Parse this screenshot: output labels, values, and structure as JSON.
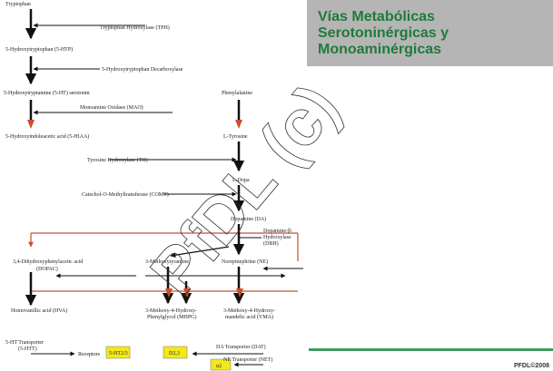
{
  "title": {
    "lines": [
      "Vías Metabólicas",
      "Serotoninérgicas y",
      "Monoaminérgicas"
    ]
  },
  "footer": {
    "mark": "PFDL©2008"
  },
  "watermark": {
    "text": "PfDL (c)"
  },
  "diagram": {
    "left_chain": {
      "tryptophan": "Tryptophan",
      "enzyme_hydroxylase": "Tryptophan Hydroxylase (TPH)",
      "htp": "5-Hydroxytryptophan (5-HTP)",
      "enzyme_decarboxylase": "5-Hydroxytryptophan Decarboxylase",
      "serotonin": "5-Hydroxytryptamine (5-HT) serotonin",
      "enzyme_mao": "Monoamine Oxidase (MAO)",
      "hiaa": "5-Hydroxyindoleacetic acid (5-HIAA)"
    },
    "right_chain": {
      "phenylalanine": "Phenylalanine",
      "tyrosine": "L-Tyrosine",
      "enzyme_th": "Tyrosine Hydroxylase (TH)",
      "dopa": "L-Dopa",
      "enzyme_comt": "Catechol-O-Methyltransferase (COMT)",
      "dopamine": "Dopamine (DA)",
      "enzyme_dbh_line1": "Dopamine-β-",
      "enzyme_dbh_line2": "Hydroxylase",
      "enzyme_dbh_line3": "(DBH)",
      "dopac_line1": "3,4-Dihydroxyphenylacetic acid",
      "dopac_line2": "(DOPAC)",
      "methoxytyramine": "3-Methoxytyramine",
      "norepinephrine": "Norepinephrine (NE)",
      "hva": "Homovanillic acid (HVA)",
      "mhpg_line1": "3-Methoxy-4-Hydroxy-",
      "mhpg_line2": "Phenylglycol (MHPG)",
      "vma_line1": "3-Methoxy-4-Hydroxy-",
      "vma_line2": "mandelic acid (VMA)"
    },
    "bottom": {
      "sert_line1": "5-HT Transporter",
      "sert_line2": "(5-HTT)",
      "receptors": "Receptors",
      "r1": "5-HT2/3",
      "r2": "D2,3",
      "r3": "α2",
      "dat": "DA Transporter (DAT)",
      "net": "NE Transporter (NET)"
    }
  }
}
